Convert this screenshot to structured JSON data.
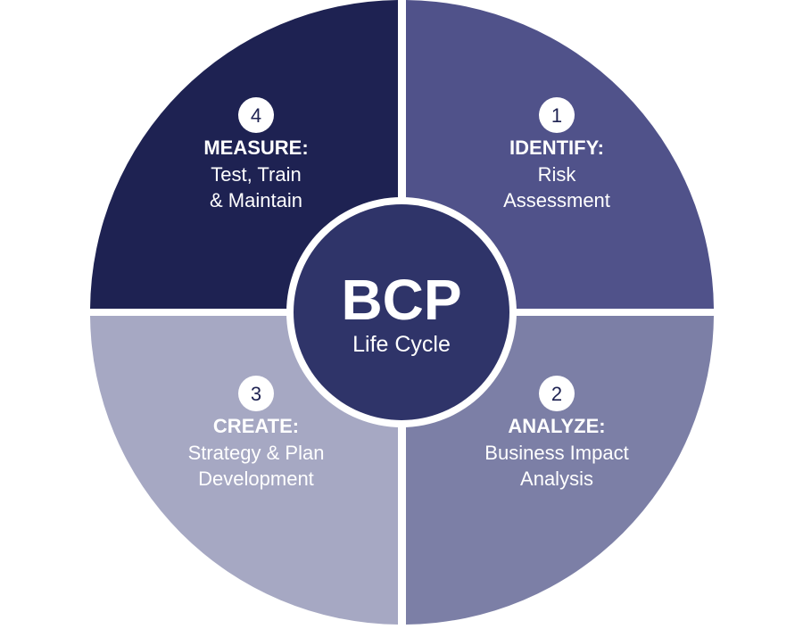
{
  "center": {
    "title": "BCP",
    "subtitle": "Life Cycle"
  },
  "quadrants": [
    {
      "id": "identify",
      "number": "1",
      "title": "IDENTIFY:",
      "lines": [
        "Risk",
        "Assessment"
      ],
      "color": "#50528a"
    },
    {
      "id": "analyze",
      "number": "2",
      "title": "ANALYZE:",
      "lines": [
        "Business Impact",
        "Analysis"
      ],
      "color": "#7c7fa6"
    },
    {
      "id": "create",
      "number": "3",
      "title": "CREATE:",
      "lines": [
        "Strategy & Plan",
        "Development"
      ],
      "color": "#a6a8c3"
    },
    {
      "id": "measure",
      "number": "4",
      "title": "MEASURE:",
      "lines": [
        "Test, Train",
        "& Maintain"
      ],
      "color": "#1e2252"
    }
  ],
  "colors": {
    "center_fill": "#2f3469",
    "ring": "#ffffff",
    "number_badge_fill": "#ffffff",
    "number_text": "#1e2252",
    "background": "#ffffff"
  }
}
